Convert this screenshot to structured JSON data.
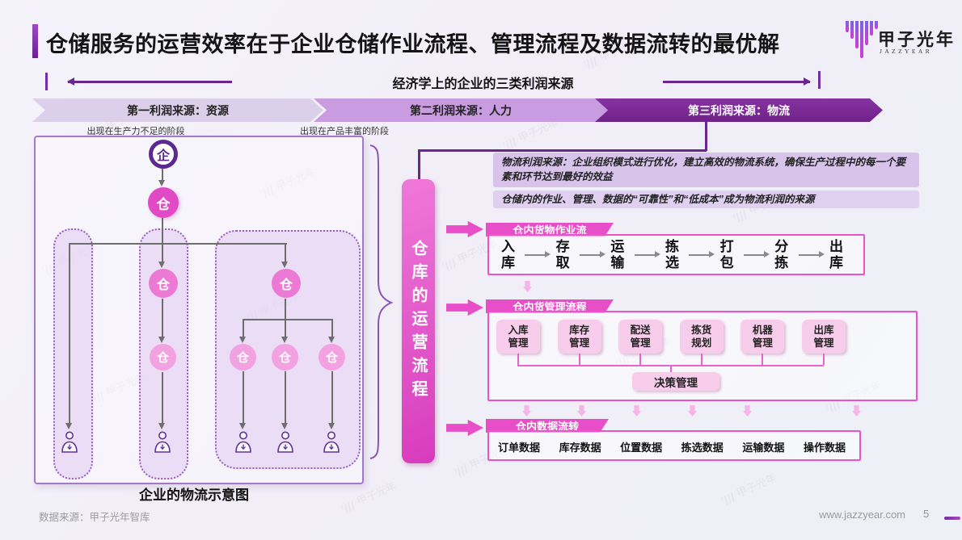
{
  "brand": {
    "name": "甲子光年",
    "sub": "JAZZYEAR",
    "watermark": "甲子光年"
  },
  "colors": {
    "accent_purple": "#7030a0",
    "deep_purple": "#7b2b92",
    "pink": "#e74ec8",
    "light_pink_box": "#f8cdec",
    "lavender_note": "#d8c3eb"
  },
  "header": {
    "title": "仓储服务的运营效率在于企业仓储作业流程、管理流程及数据流转的最优解"
  },
  "profit": {
    "heading": "经济学上的企业的三类利润来源",
    "banners": [
      {
        "label": "第一利润来源：资源",
        "caption": "出现在生产力不足的阶段"
      },
      {
        "label": "第二利润来源：人力",
        "caption": "出现在产品丰富的阶段"
      },
      {
        "label": "第三利润来源：物流",
        "caption": ""
      }
    ]
  },
  "left_diagram": {
    "company_glyph": "企",
    "warehouse_glyph": "仓",
    "caption": "企业的物流示意图"
  },
  "center_bar": {
    "label": "仓库的运营流程"
  },
  "notes": [
    {
      "text": "物流利润来源：企业组织模式进行优化，建立高效的物流系统，确保生产过程中的每一个要素和环节达到最好的效益"
    },
    {
      "text": "仓储内的作业、管理、数据的“可靠性”和“低成本”成为物流利润的来源"
    }
  ],
  "sections": {
    "work_flow": {
      "title": "仓内货物作业流",
      "steps": [
        "入库",
        "存取",
        "运输",
        "拣选",
        "打包",
        "分拣",
        "出库"
      ]
    },
    "management": {
      "title": "仓内货管理流程",
      "boxes": [
        "入库管理",
        "库存管理",
        "配送管理",
        "拣货规划",
        "机器管理",
        "出库管理"
      ],
      "decision": "决策管理"
    },
    "data_flow": {
      "title": "仓内数据流转",
      "items": [
        "订单数据",
        "库存数据",
        "位置数据",
        "拣选数据",
        "运输数据",
        "操作数据"
      ]
    }
  },
  "footer": {
    "source": "数据来源：甲子光年智库",
    "website": "www.jazzyear.com",
    "page": "5"
  }
}
